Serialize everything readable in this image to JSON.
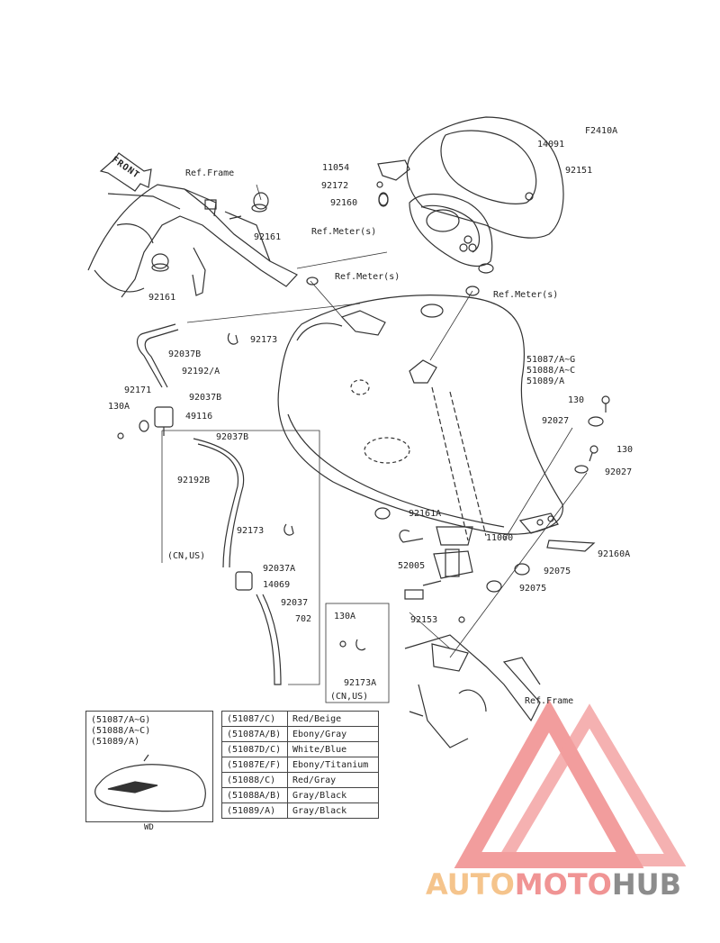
{
  "diagram_code": "F2410A",
  "front_label": "FRONT",
  "callouts": {
    "ref_frame_top": "Ref.Frame",
    "p92161_a": "92161",
    "p92161_b": "92161",
    "p14091": "14091",
    "p92151": "92151",
    "p11054": "11054",
    "p92172": "92172",
    "p92160": "92160",
    "ref_meter_1": "Ref.Meter(s)",
    "ref_meter_2": "Ref.Meter(s)",
    "ref_meter_3": "Ref.Meter(s)",
    "p92037B_a": "92037B",
    "p92173_a": "92173",
    "p92192A": "92192/A",
    "p92171": "92171",
    "p92037B_b": "92037B",
    "p130A_a": "130A",
    "p49116": "49116",
    "p92037B_c": "92037B",
    "p92192B": "92192B",
    "p92173_b": "92173",
    "cn_us_1": "(CN,US)",
    "p92037A": "92037A",
    "p14069": "14069",
    "p92037": "92037",
    "p702": "702",
    "tank_1": "51087/A~G",
    "tank_2": "51088/A~C",
    "tank_3": "51089/A",
    "p130_a": "130",
    "p92027_a": "92027",
    "p130_b": "130",
    "p92027_b": "92027",
    "p92161A": "92161A",
    "p11060": "11060",
    "p52005": "52005",
    "p92160A": "92160A",
    "p92075_a": "92075",
    "p92075_b": "92075",
    "p92153": "92153",
    "p130A_b": "130A",
    "p92173A": "92173A",
    "cn_us_2": "(CN,US)",
    "ref_frame_bottom": "Ref.Frame"
  },
  "wd_box": {
    "lines": [
      "(51087/A~G)",
      "(51088/A~C)",
      "(51089/A)"
    ],
    "caption": "WD"
  },
  "color_table": [
    {
      "code": "(51087/C)",
      "color": "Red/Beige"
    },
    {
      "code": "(51087A/B)",
      "color": "Ebony/Gray"
    },
    {
      "code": "(51087D/C)",
      "color": "White/Blue"
    },
    {
      "code": "(51087E/F)",
      "color": "Ebony/Titanium"
    },
    {
      "code": "(51088/C)",
      "color": "Red/Gray"
    },
    {
      "code": "(51088A/B)",
      "color": "Gray/Black"
    },
    {
      "code": "(51089/A)",
      "color": "Gray/Black"
    }
  ],
  "watermark": {
    "part1": "AUTO",
    "part2": "MOTO",
    "part3": "HUB",
    "colors": {
      "auto": "#f5c48c",
      "moto": "#f09494",
      "hub": "#8c8c8c",
      "logo": "#f08c8c"
    }
  }
}
